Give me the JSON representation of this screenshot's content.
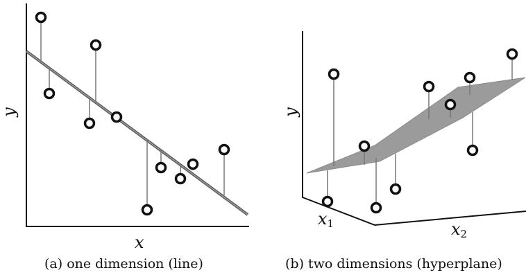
{
  "panel_a": {
    "caption": "(a) one dimension (line)",
    "x_label": "x",
    "y_label": "y"
  },
  "panel_b": {
    "caption": "(b) two dimensions (hyperplane)",
    "x1_label": "x",
    "x1_sub": "1",
    "x2_label": "x",
    "x2_sub": "2",
    "y_label": "y"
  }
}
